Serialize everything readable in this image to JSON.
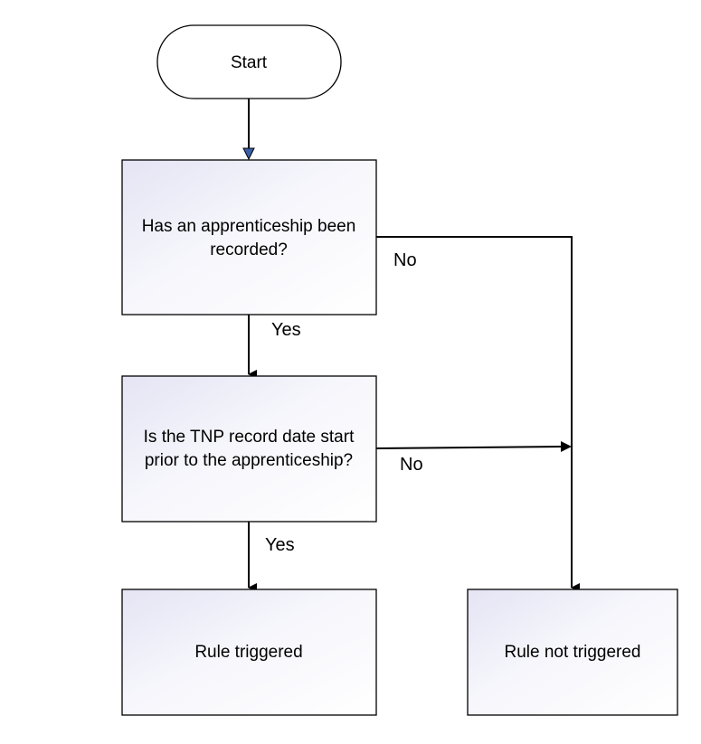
{
  "nodes": {
    "start": "Start",
    "q1_line1": "Has an apprenticeship been",
    "q1_line2": "recorded?",
    "q2_line1": "Is the TNP record date start",
    "q2_line2": "prior to the apprenticeship?",
    "rule_triggered": "Rule triggered",
    "rule_not_triggered": "Rule not triggered"
  },
  "edges": {
    "q1_yes": "Yes",
    "q1_no": "No",
    "q2_yes": "Yes",
    "q2_no": "No"
  },
  "colors": {
    "box_fill_start": "#e6e6f5",
    "box_fill_end": "#ffffff",
    "start_arrow": "#3a5fa8"
  }
}
